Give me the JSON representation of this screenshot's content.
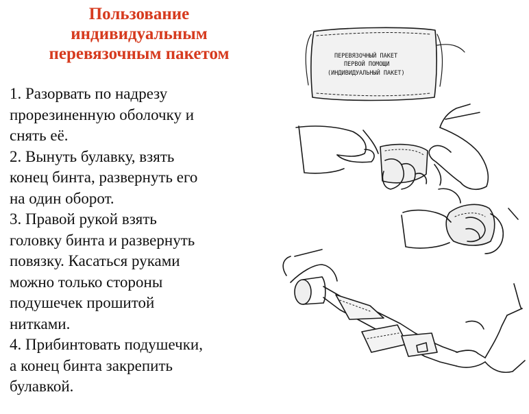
{
  "title": {
    "lines": [
      "Пользование",
      "индивидуальным",
      "перевязочным пакетом"
    ],
    "color": "#d63a1e"
  },
  "steps": {
    "lines": [
      "1. Разорвать по надрезу",
      "прорезиненную оболочку и",
      "снять её.",
      "2. Вынуть булавку, взять",
      "конец бинта, развернуть его",
      "на один оборот.",
      "3. Правой рукой взять",
      "головку бинта и развернуть",
      "повязку. Касаться руками",
      "можно только стороны",
      "подушечек прошитой",
      "нитками.",
      "4. Прибинтовать подушечки,",
      "а конец бинта закрепить",
      "булавкой."
    ]
  },
  "package_label": {
    "lines": [
      "ПЕРЕВЯЗОЧНЫЙ ПАКЕТ",
      "ПЕРВОЙ ПОМОЩИ",
      "(ИНДИВИДУАЛЬНЫЙ ПАКЕТ)"
    ]
  }
}
